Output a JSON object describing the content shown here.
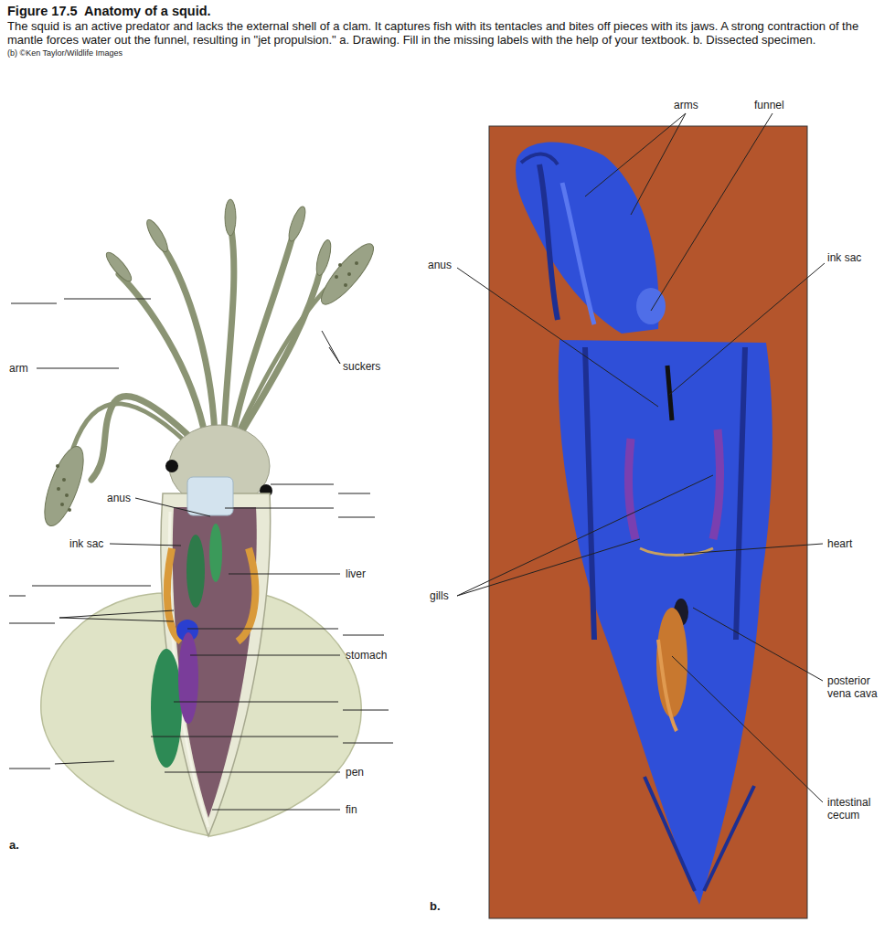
{
  "diagram": {
    "title": "Figure 17.5  Anatomy of a squid.",
    "caption": "The squid is an active predator and lacks the external shell of a clam. It captures fish with its tentacles and bites off pieces with its jaws. A strong contraction of the mantle forces water out the funnel, resulting in \"jet propulsion.\" a. Drawing. Fill in the missing labels with the help of your textbook. b. Dissected specimen.",
    "labels": [
      "arm",
      "suckers",
      "anus",
      "ink sac",
      "liver",
      "stomach",
      "pen",
      "fin",
      "a.",
      "arms",
      "funnel",
      "anus",
      "ink sac",
      "gills",
      "heart",
      "posterior vena cava",
      "intestinal cecum",
      "b.",
      "(b) ©Ken Taylor/Wildlife Images"
    ]
  }
}
